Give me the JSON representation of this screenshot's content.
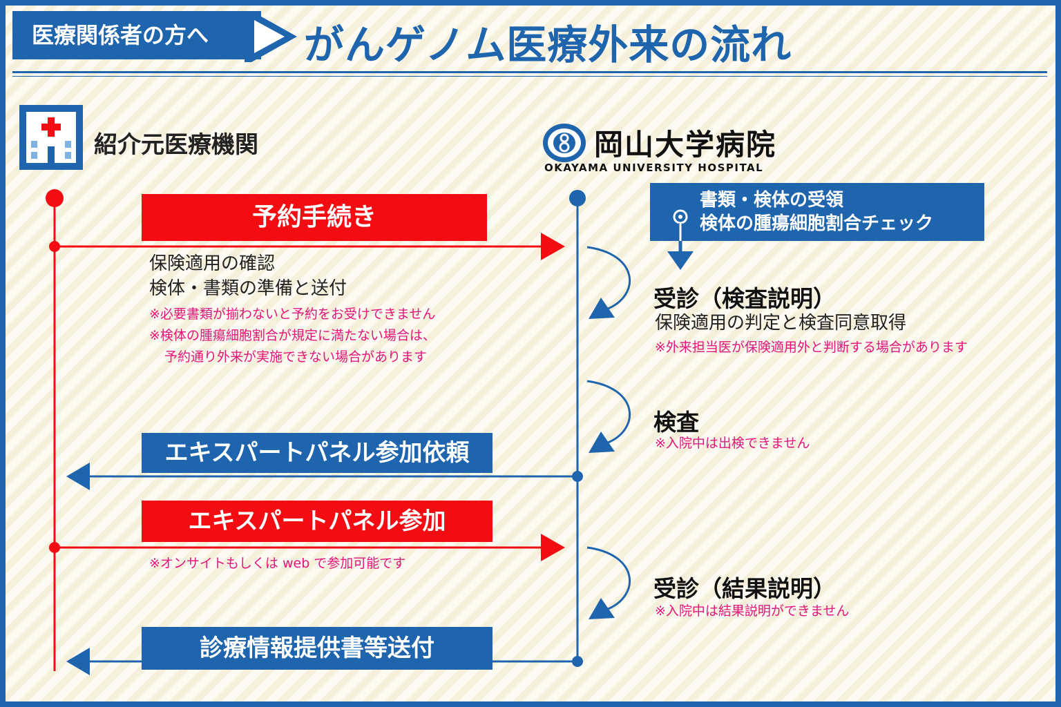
{
  "header": {
    "badge": "医療関係者の方へ",
    "title": "がんゲノム医療外来の流れ"
  },
  "referrer": {
    "name": "紹介元医療機関",
    "icon": "hospital-building-icon"
  },
  "hospital": {
    "name": "岡山大学病院",
    "name_en": "OKAYAMA UNIVERSITY HOSPITAL",
    "icon": "okayama-university-logo-icon"
  },
  "left_flow": {
    "reservation": {
      "label": "予約手続き",
      "items": [
        "保険適用の確認",
        "検体・書類の準備と送付"
      ],
      "notes": [
        "※必要書類が揃わないと予約をお受けできません",
        "※検体の腫瘍細胞割合が規定に満たない場合は、",
        "予約通り外来が実施できない場合があります"
      ]
    },
    "panel_request": {
      "label": "エキスパートパネル参加依頼"
    },
    "panel_participation": {
      "label": "エキスパートパネル参加",
      "note": "※オンサイトもしくは web で参加可能です"
    },
    "report": {
      "label": "診療情報提供書等送付"
    }
  },
  "right_flow": {
    "receipt": {
      "line1": "書類・検体の受領",
      "line2": "検体の腫瘍細胞割合チェック"
    },
    "visit1": {
      "title": "受診（検査説明）",
      "desc": "保険適用の判定と検査同意取得",
      "note": "※外来担当医が保険適用外と判断する場合があります"
    },
    "test": {
      "title": "検査",
      "note": "※入院中は出検できません"
    },
    "visit2": {
      "title": "受診（結果説明）",
      "note": "※入院中は結果説明ができません"
    }
  },
  "colors": {
    "red": "#f30c12",
    "blue": "#1e65ad",
    "pink": "#e2157c",
    "background": "#fdfaf1"
  }
}
